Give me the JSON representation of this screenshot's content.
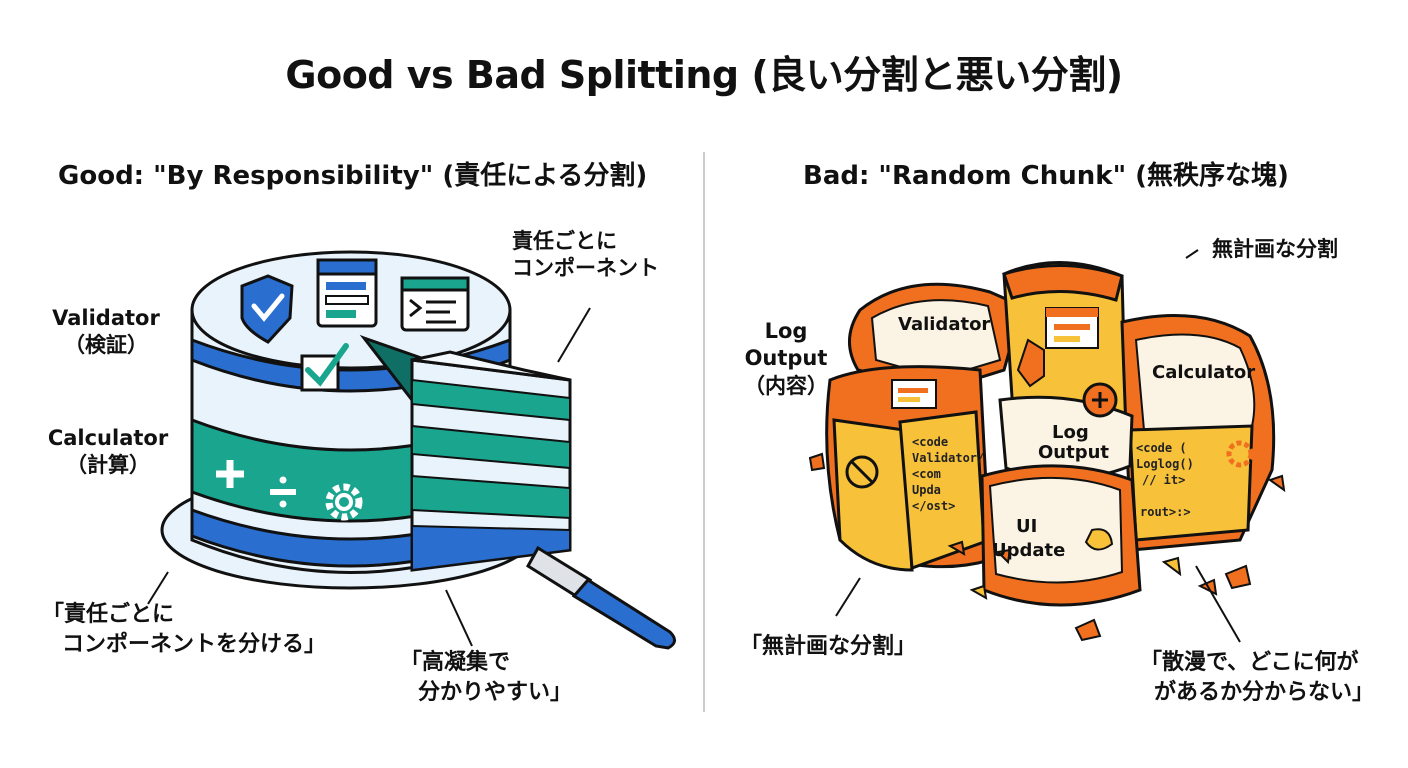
{
  "title": "Good vs Bad Splitting (良い分割と悪い分割)",
  "good": {
    "subtitle": "Good: \"By Responsibility\" (責任による分割)",
    "validator_label": [
      "Validator",
      "（検証）"
    ],
    "calculator_label": [
      "Calculator",
      "（計算）"
    ],
    "component_label": [
      "責任ごとに",
      "コンポーネント"
    ],
    "note_split": [
      "「責任ごとに",
      "コンポーネントを分ける」"
    ],
    "note_cohesion": [
      "「高凝集で",
      "分かりやすい」"
    ]
  },
  "bad": {
    "subtitle": "Bad: \"Random Chunk\" (無秩序な塊)",
    "unplanned_top": "無計画な分割",
    "log_output_side": [
      "Log",
      "Output",
      "（内容）"
    ],
    "inner_validator": "Validator",
    "inner_calculator": "Calculator",
    "inner_log": [
      "Log",
      "Output"
    ],
    "inner_ui": [
      "UI",
      "Update"
    ],
    "code_left": [
      "<code",
      "Validator/",
      "<com",
      "Upda",
      "</ost>"
    ],
    "code_right": [
      "<code (",
      "Loglog()",
      "// it>",
      "",
      "rout>:>"
    ],
    "note_unplanned": "「無計画な分割」",
    "note_scattered": [
      "「散漫で、どこに何が",
      "があるか分からない」"
    ]
  },
  "colors": {
    "blue": "#2a6fcf",
    "teal": "#1aa58f",
    "cream": "#e9f3fb",
    "orange": "#f07020",
    "yellow": "#f7c23a",
    "outline": "#111111"
  }
}
